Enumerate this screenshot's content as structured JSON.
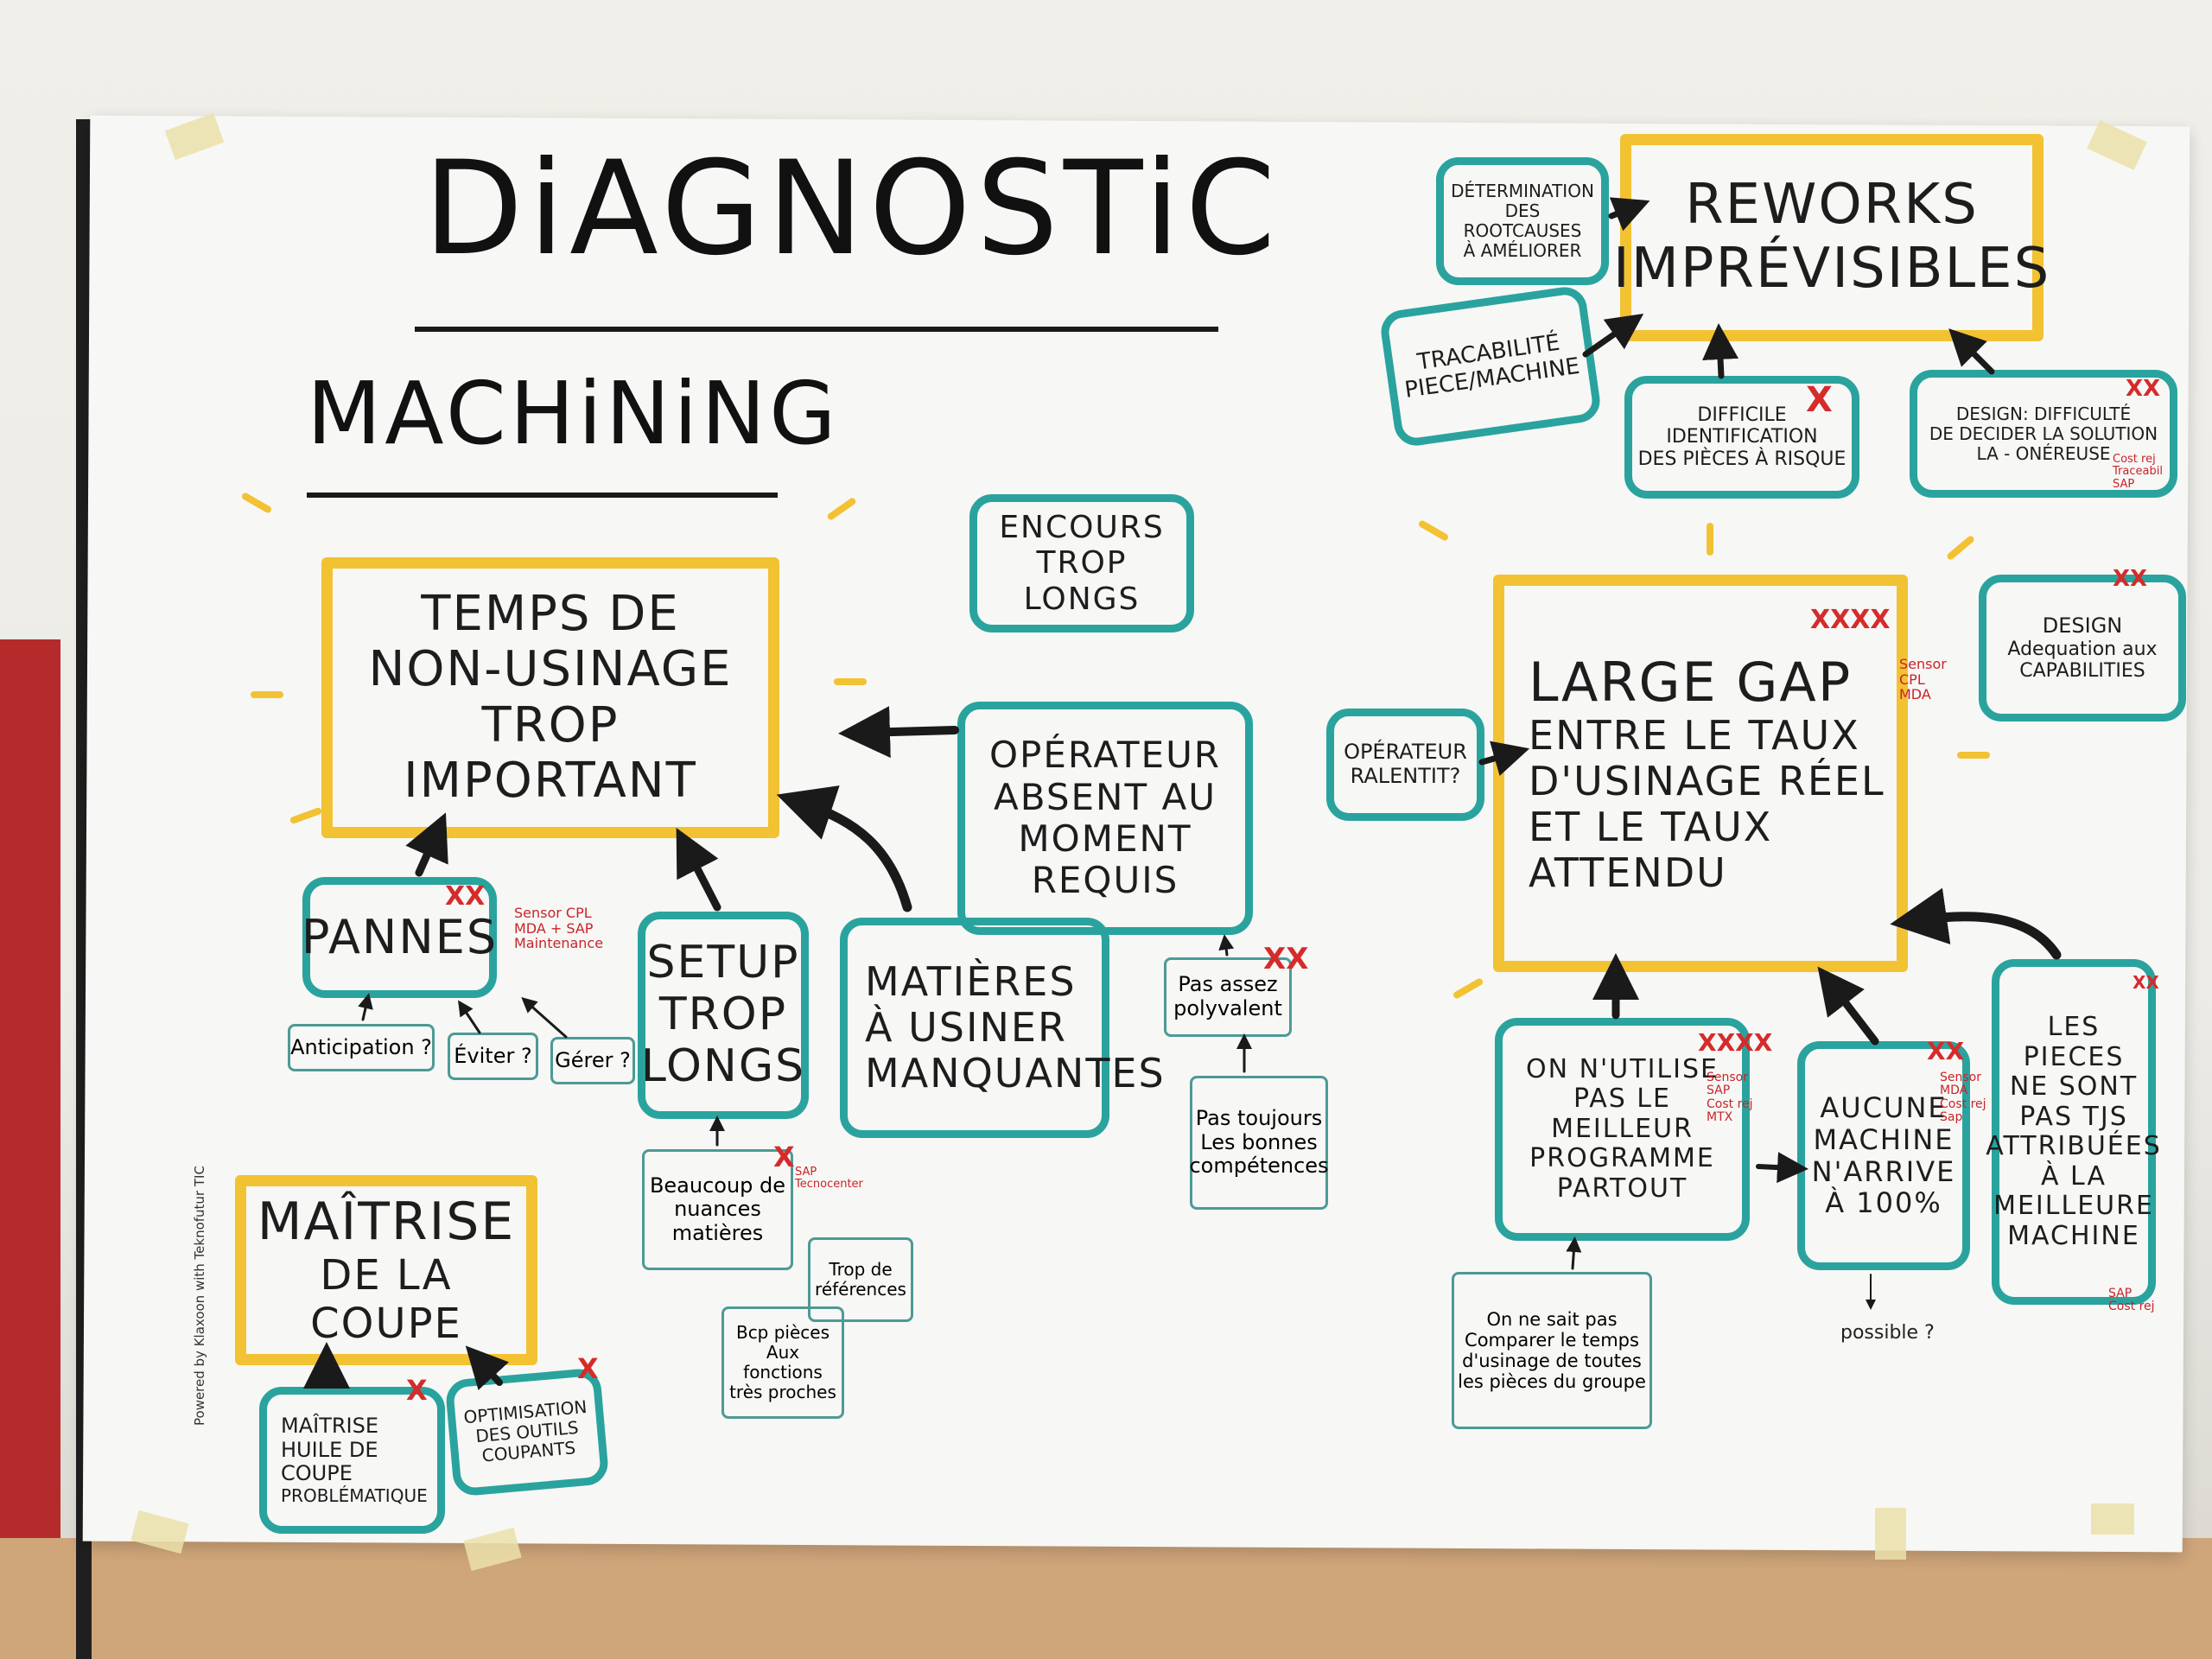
{
  "title": "DiAGNOSTiC",
  "subtitle": "MACHiNiNG",
  "boxes": {
    "temps": [
      "TEMPS DE",
      "NON-USiNAGE",
      "TROP iMPORTANT"
    ],
    "reworks": [
      "REWORKS",
      "iMPRÉViSiBLES"
    ],
    "maitrise": [
      "MAÎTRISE",
      "DE LA COUPE"
    ],
    "largegap": [
      "LARGE GAP",
      "ENTRE LE TAUX",
      "D'USiNAGE RÉEL",
      "ET LE TAUX",
      "ATTENDU"
    ],
    "encours": [
      "ENCOURS",
      "TROP LONGS"
    ],
    "operateur_absent": [
      "OPÉRATEUR",
      "ABSENT AU",
      "MOMENT REQUiS"
    ],
    "pannes": [
      "PANNES"
    ],
    "setup": [
      "SETUP",
      "TROP",
      "LONGS"
    ],
    "matieres": [
      "MATiÈRES",
      "À USiNER",
      "MANQUANTES"
    ],
    "determination": [
      "DÉTERMiNATiON",
      "DES ROOTCAUSES",
      "À AMÉLiORER"
    ],
    "tracabilite": [
      "TRACABiLiTÉ",
      "PiECE/MACHiNE"
    ],
    "difficile": [
      "DiFFiCiLE",
      "iDENTiFiCATiON",
      "DES PiÈCES À RiSQUE"
    ],
    "design_difficulte": [
      "DESiGN: DiFFiCULTÉ",
      "DE DECiDER LA SOLUTiON",
      "LA - ONÉREUSE"
    ],
    "design_adequation": [
      "DESiGN",
      "Adequation aux",
      "CAPABiLiTiES"
    ],
    "operateur_ralentit": [
      "OPÉRATEUR",
      "RALENTiT?"
    ],
    "on_nutilise": [
      "ON N'UTiLiSE",
      "PAS LE MEiLLEUR",
      "PROGRAMME",
      "PARTOUT"
    ],
    "aucune": [
      "AUCUNE",
      "MACHiNE",
      "N'ARRiVE",
      "À 100%"
    ],
    "les_pieces": [
      "LES PiECES",
      "NE SONT",
      "PAS TJS",
      "ATTRiBUÉES",
      "À LA",
      "MEiLLEURE",
      "MACHiNE"
    ],
    "maitrise_huile": [
      "MAÎTRiSE",
      "HUiLE DE",
      "COUPE",
      "PROBLÉMATiQUE"
    ],
    "optimisation": [
      "OPTiMiSATiON",
      "DES OUTiLS",
      "COUPANTS"
    ]
  },
  "notes": {
    "anticipation": "Anticipation ?",
    "eviter": "Éviter ?",
    "gerer": "Gérer ?",
    "beaucoup": [
      "Beaucoup de",
      "nuances",
      "matières"
    ],
    "trop_ref": [
      "Trop de",
      "références"
    ],
    "bcp_pieces": [
      "Bcp pièces",
      "Aux fonctions",
      "très proches"
    ],
    "pas_assez": [
      "Pas assez",
      "polyvalent"
    ],
    "pas_toujours": [
      "Pas toujours",
      "Les bonnes",
      "compétences"
    ],
    "on_ne_sait": [
      "On ne sait pas",
      "Comparer le temps",
      "d'usinage de toutes",
      "les pièces du groupe"
    ],
    "possible": "possible ?"
  },
  "red_marks": {
    "pannes": "XX",
    "difficile": "X",
    "design1": "XX",
    "design2": "XX",
    "largegap": "XXXX",
    "pas_assez": "XX",
    "on_nutilise": "XXXX",
    "aucune": "XX",
    "les_pieces": "XX",
    "beaucoup": "X",
    "maitrise_huile": "X",
    "optimisation": "X"
  },
  "red_notes": {
    "pannes": [
      "Sensor CPL",
      "MDA + SAP",
      "Maintenance"
    ],
    "largegap": [
      "Sensor",
      "CPL",
      "MDA"
    ],
    "beaucoup": [
      "SAP",
      "Tecnocenter"
    ],
    "design": [
      "Cost rej",
      "Traceabil",
      "SAP"
    ],
    "on_nutilise": [
      "Sensor",
      "SAP",
      "Cost rej",
      "MTX"
    ],
    "aucune": [
      "Sensor",
      "MDA",
      "Cost rej",
      "Sap"
    ],
    "les_pieces": [
      "SAP",
      "Cost rej"
    ]
  },
  "credit": "Powered by Klaxoon with Teknofutur TIC"
}
